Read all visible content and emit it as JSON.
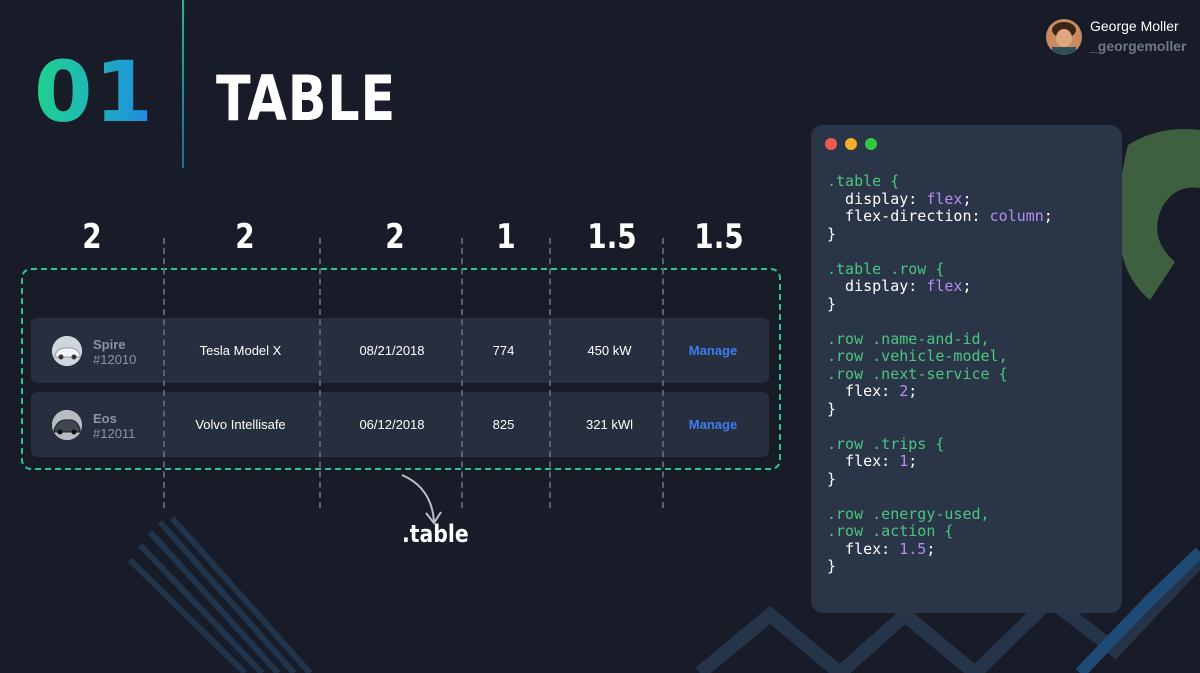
{
  "header": {
    "number": "01",
    "title": "TABLE"
  },
  "author": {
    "name": "George Moller",
    "handle": "_georgemoller"
  },
  "flex_values": [
    "2",
    "2",
    "2",
    "1",
    "1.5",
    "1.5"
  ],
  "table": {
    "label": ".table",
    "rows": [
      {
        "name": "Spire",
        "id": "#12010",
        "vehicle_model": "Tesla Model X",
        "next_service": "08/21/2018",
        "trips": "774",
        "energy_used": "450 kW",
        "action": "Manage"
      },
      {
        "name": "Eos",
        "id": "#12011",
        "vehicle_model": "Volvo Intellisafe",
        "next_service": "06/12/2018",
        "trips": "825",
        "energy_used": "321 kWl",
        "action": "Manage"
      }
    ]
  },
  "code_window": {
    "lines": [
      [
        {
          "t": ".table {",
          "c": "sel"
        }
      ],
      [
        {
          "t": "  display: ",
          "c": ""
        },
        {
          "t": "flex",
          "c": "val"
        },
        {
          "t": ";",
          "c": ""
        }
      ],
      [
        {
          "t": "  flex-direction: ",
          "c": ""
        },
        {
          "t": "column",
          "c": "val"
        },
        {
          "t": ";",
          "c": ""
        }
      ],
      [
        {
          "t": "}",
          "c": ""
        }
      ],
      [
        {
          "t": "",
          "c": ""
        }
      ],
      [
        {
          "t": ".table .row {",
          "c": "sel"
        }
      ],
      [
        {
          "t": "  display: ",
          "c": ""
        },
        {
          "t": "flex",
          "c": "val"
        },
        {
          "t": ";",
          "c": ""
        }
      ],
      [
        {
          "t": "}",
          "c": ""
        }
      ],
      [
        {
          "t": "",
          "c": ""
        }
      ],
      [
        {
          "t": ".row .name-and-id,",
          "c": "sel"
        }
      ],
      [
        {
          "t": ".row .vehicle-model,",
          "c": "sel"
        }
      ],
      [
        {
          "t": ".row .next-service {",
          "c": "sel"
        }
      ],
      [
        {
          "t": "  flex: ",
          "c": ""
        },
        {
          "t": "2",
          "c": "val"
        },
        {
          "t": ";",
          "c": ""
        }
      ],
      [
        {
          "t": "}",
          "c": ""
        }
      ],
      [
        {
          "t": "",
          "c": ""
        }
      ],
      [
        {
          "t": ".row .trips {",
          "c": "sel"
        }
      ],
      [
        {
          "t": "  flex: ",
          "c": ""
        },
        {
          "t": "1",
          "c": "val"
        },
        {
          "t": ";",
          "c": ""
        }
      ],
      [
        {
          "t": "}",
          "c": ""
        }
      ],
      [
        {
          "t": "",
          "c": ""
        }
      ],
      [
        {
          "t": ".row .energy-used,",
          "c": "sel"
        }
      ],
      [
        {
          "t": ".row .action {",
          "c": "sel"
        }
      ],
      [
        {
          "t": "  flex: ",
          "c": ""
        },
        {
          "t": "1.5",
          "c": "val"
        },
        {
          "t": ";",
          "c": ""
        }
      ],
      [
        {
          "t": "}",
          "c": ""
        }
      ]
    ]
  },
  "colors": {
    "background": "#171c28",
    "accent_green": "#2fc48e",
    "accent_blue": "#1f86e6",
    "code_selector": "#4bc57e",
    "code_value": "#b68bf4",
    "manage_link": "#3d7df2"
  }
}
